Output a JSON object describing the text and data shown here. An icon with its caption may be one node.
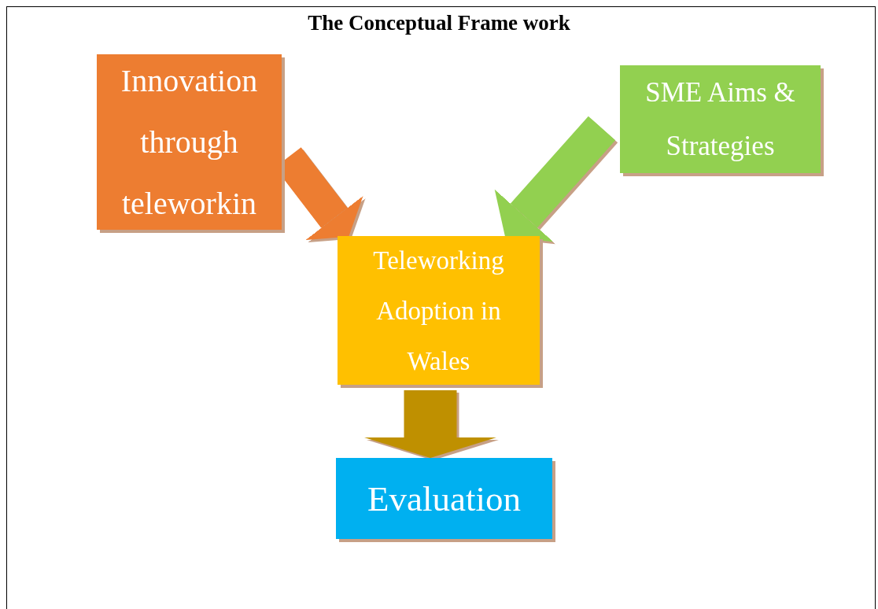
{
  "diagram": {
    "title": "The Conceptual Frame work",
    "nodes": [
      {
        "text": [
          "Innovation through teleworkin"
        ]
      },
      {
        "text": [
          "SME Aims & Strategies"
        ]
      },
      {
        "text": [
          "Teleworking Adoption in Wales"
        ]
      },
      {
        "text": [
          "Evaluation"
        ]
      }
    ],
    "edges": [
      {
        "from": 0,
        "to": 2,
        "arrow": "to",
        "color": "#ed7d31"
      },
      {
        "from": 1,
        "to": 2,
        "arrow": "to",
        "color": "#92d050"
      },
      {
        "from": 2,
        "to": 3,
        "arrow": "to",
        "color": "#bf9000"
      }
    ]
  }
}
